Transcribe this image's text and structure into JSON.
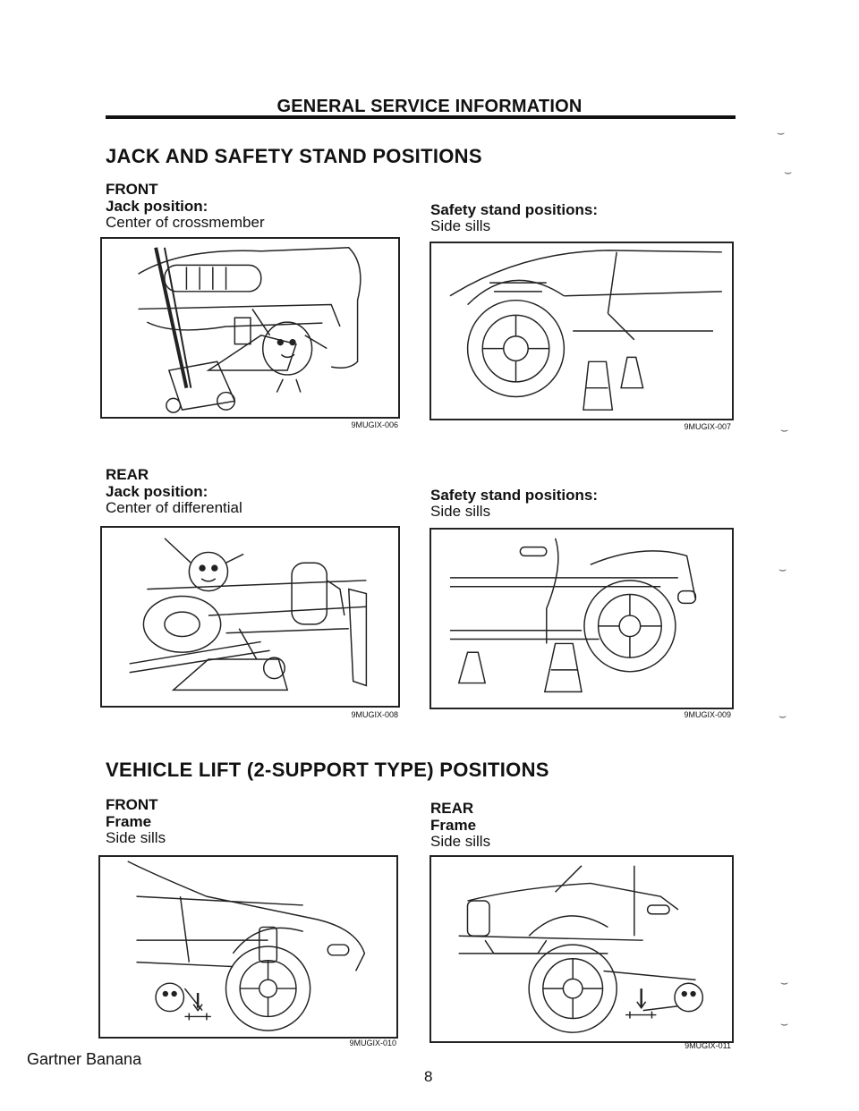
{
  "header": {
    "title": "GENERAL SERVICE INFORMATION"
  },
  "jack_section": {
    "title": "JACK AND SAFETY STAND POSITIONS",
    "front": {
      "heading": "FRONT",
      "jack_label": "Jack position:",
      "jack_value": "Center of crossmember",
      "stand_label": "Safety stand positions:",
      "stand_value": "Side sills",
      "fig_left_code": "9MUGIX-006",
      "fig_right_code": "9MUGIX-007"
    },
    "rear": {
      "heading": "REAR",
      "jack_label": "Jack position:",
      "jack_value": "Center of differential",
      "stand_label": "Safety stand positions:",
      "stand_value": "Side sills",
      "fig_left_code": "9MUGIX-008",
      "fig_right_code": "9MUGIX-009"
    }
  },
  "lift_section": {
    "title": "VEHICLE LIFT (2-SUPPORT TYPE) POSITIONS",
    "front": {
      "heading": "FRONT",
      "sub": "Frame",
      "value": "Side sills",
      "fig_code": "9MUGIX-010"
    },
    "rear": {
      "heading": "REAR",
      "sub": "Frame",
      "value": "Side sills",
      "fig_code": "9MUGIX-011"
    }
  },
  "footer": {
    "credit": "Gartner Banana",
    "page_number": "8"
  }
}
